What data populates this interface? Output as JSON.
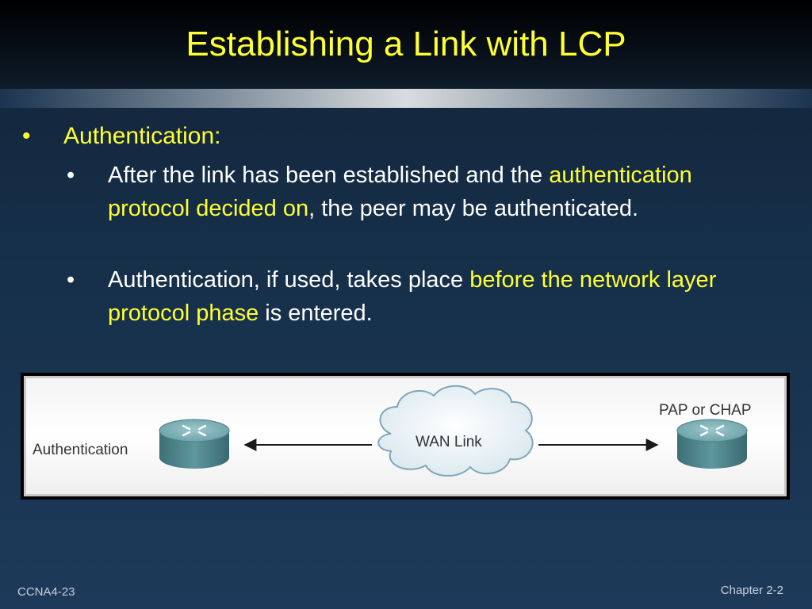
{
  "slide": {
    "title": "Establishing a Link with LCP"
  },
  "bullets": {
    "level1": {
      "bullet": "•",
      "text": "Authentication:"
    },
    "level2": [
      {
        "bullet": "•",
        "parts": [
          {
            "text": "After the link has been established and the ",
            "highlight": false
          },
          {
            "text": "authentication protocol decided on",
            "highlight": true
          },
          {
            "text": ", the peer may be authenticated.",
            "highlight": false
          }
        ]
      },
      {
        "bullet": "•",
        "parts": [
          {
            "text": "Authentication, if used, takes place ",
            "highlight": false
          },
          {
            "text": "before the network layer protocol phase",
            "highlight": true
          },
          {
            "text": " is entered.",
            "highlight": false
          }
        ]
      }
    ]
  },
  "diagram": {
    "left_label": "Authentication",
    "cloud_label": "WAN Link",
    "right_label": "PAP or CHAP"
  },
  "footer": {
    "left": "CCNA4-23",
    "right": "Chapter 2-2"
  },
  "colors": {
    "title": "#ffff33",
    "highlight": "#ffff33",
    "body_text": "#ffffff",
    "router_body": "#4f8790",
    "router_top": "#7fb3bb"
  }
}
